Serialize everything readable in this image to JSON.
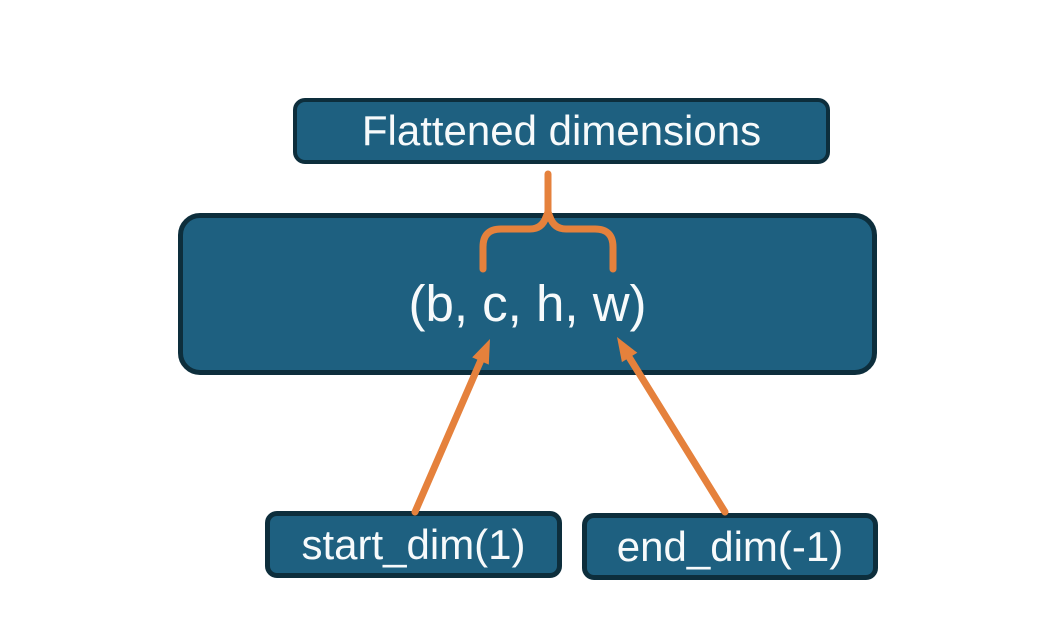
{
  "diagram": {
    "nodes": {
      "flattened": {
        "label": "Flattened dimensions"
      },
      "tensor": {
        "label": "(b, c, h, w)"
      },
      "start_dim": {
        "label": "start_dim(1)"
      },
      "end_dim": {
        "label": "end_dim(-1)"
      }
    },
    "connectors": [
      {
        "type": "brace",
        "from": "flattened",
        "to": "tensor",
        "spans": "c through w"
      },
      {
        "type": "arrow",
        "from": "start_dim",
        "points_to": "c"
      },
      {
        "type": "arrow",
        "from": "end_dim",
        "points_to": "w"
      }
    ],
    "colors": {
      "node_fill": "#1e6080",
      "node_border": "#0d2e3c",
      "accent": "#e5813c",
      "text": "#f7fafb",
      "background": "#ffffff"
    }
  }
}
